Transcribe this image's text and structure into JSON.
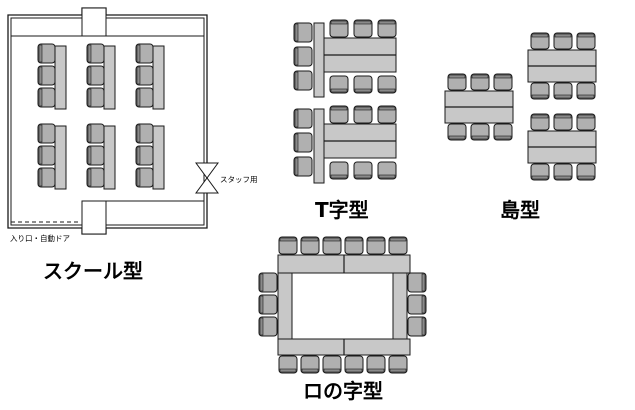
{
  "labels": {
    "school": "スクール型",
    "t_shape": "T字型",
    "island": "島型",
    "u_shape": "ロの字型",
    "entrance": "入り口・自動ドア",
    "staff": "スタッフ用"
  },
  "colors": {
    "chair_fill": "#b0b0b0",
    "table_fill": "#c8c8c8",
    "stroke": "#1a1a1a",
    "background": "#ffffff"
  }
}
